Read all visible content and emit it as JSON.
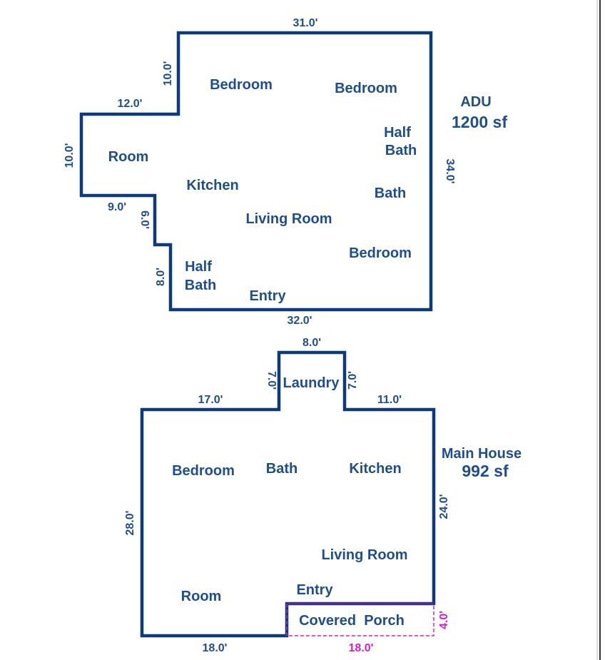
{
  "adu": {
    "title": "ADU",
    "area": "1200 sf",
    "rooms": [
      "Bedroom",
      "Bedroom",
      "Half",
      "Bath",
      "Room",
      "Kitchen",
      "Bath",
      "Living Room",
      "Bedroom",
      "Half",
      "Bath",
      "Entry"
    ],
    "dims": {
      "top": "31.0'",
      "left_upper": "10.0'",
      "step_top": "12.0'",
      "left": "10.0'",
      "step_bottom": "9.0'",
      "step_vertical": "6.0'",
      "lower_left": "8.0'",
      "bottom": "32.0'",
      "right": "34.0'"
    }
  },
  "main_house": {
    "title": "Main House",
    "area": "992 sf",
    "rooms": [
      "Laundry",
      "Bedroom",
      "Bath",
      "Kitchen",
      "Living Room",
      "Room",
      "Entry",
      "Covered  Porch"
    ],
    "dims": {
      "laundry_top": "8.0'",
      "laundry_left": "7.0'",
      "laundry_right": "7.0'",
      "top_left": "17.0'",
      "top_right": "11.0'",
      "left": "28.0'",
      "right": "24.0'",
      "bottom": "18.0'",
      "porch_width": "18.0'",
      "porch_depth": "4.0'"
    }
  },
  "colors": {
    "wall": "#0d3b7a",
    "text": "#1f4e8c",
    "porch": "#d020d0"
  }
}
